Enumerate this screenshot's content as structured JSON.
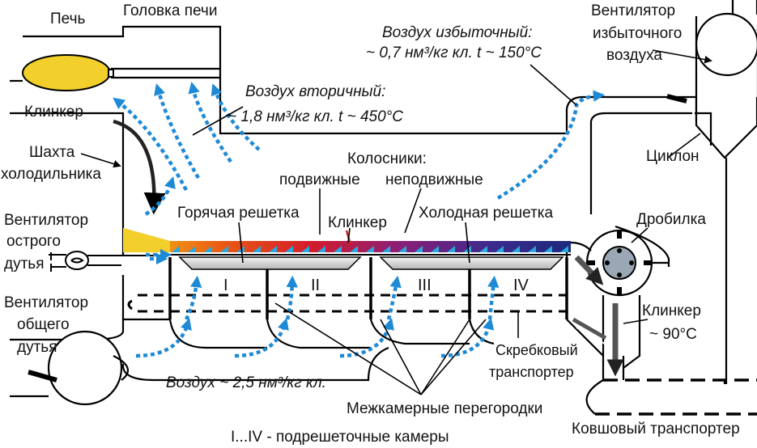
{
  "labels": {
    "furnace": "Печь",
    "kiln_head": "Головка печи",
    "secondary_air_title": "Воздух вторичный:",
    "secondary_air_value": "~ 1,8 нм³/кг кл. t ~ 450°C",
    "excess_air_title": "Воздух избыточный:",
    "excess_air_value": "~ 0,7 нм³/кг кл.  t ~ 150°C",
    "excess_fan_1": "Вентилятор",
    "excess_fan_2": "избыточного",
    "excess_fan_3": "воздуха",
    "clinker_in": "Клинкер",
    "shaft_1": "Шахта",
    "shaft_2": "холодильника",
    "grates_title": "Колосники:",
    "grates_moving": "подвижные",
    "grates_fixed": "неподвижные",
    "cyclone": "Циклон",
    "sharp_fan_1": "Вентилятор",
    "sharp_fan_2": "острого",
    "sharp_fan_3": "дутья",
    "hot_grate": "Горячая решетка",
    "clinker_mid": "Клинкер",
    "cold_grate": "Холодная решетка",
    "crusher": "Дробилка",
    "general_fan_1": "Вентилятор",
    "general_fan_2": "общего",
    "general_fan_3": "дутья",
    "clinker_out_1": "Клинкер",
    "clinker_out_2": "~ 90°C",
    "scraper_1": "Скребковый",
    "scraper_2": "транспортер",
    "air_main": "Воздух  ~ 2,5 нм³/кг кл.",
    "partitions": "Межкамерные перегородки",
    "bucket_conveyor": "Ковшовый транспортер",
    "chambers_note": "I...IV - подрешеточные камеры"
  },
  "chambers": [
    "I",
    "II",
    "III",
    "IV"
  ],
  "colors": {
    "flame": "#f2cf2a",
    "air_arrow": "#1e8ad6",
    "grate_hot": "#f0c020",
    "grate_mid": "#d81e1e",
    "grate_cold": "#2a2a8a",
    "teeth": "#29a8e0",
    "line": "#000000",
    "hopper": "#c9c9c9"
  }
}
